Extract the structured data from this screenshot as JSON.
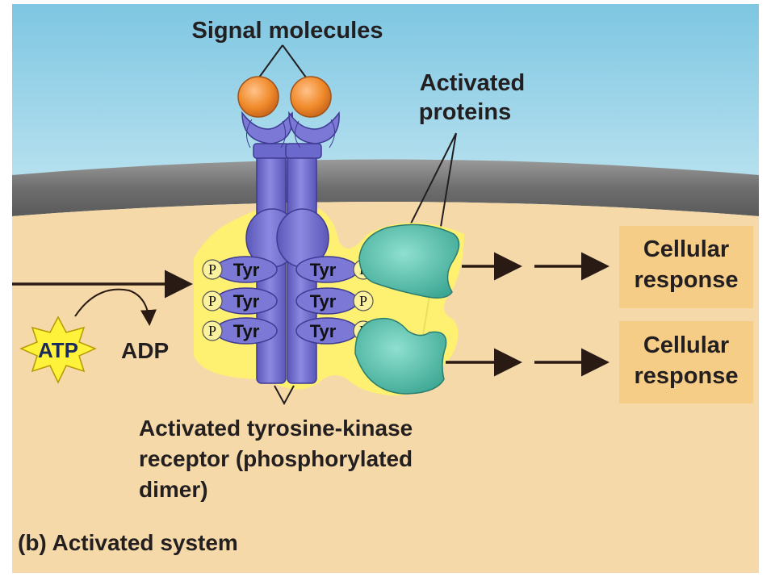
{
  "labels": {
    "signal_molecules": "Signal molecules",
    "activated_proteins_line1": "Activated",
    "activated_proteins_line2": "proteins",
    "receptor_line1": "Activated tyrosine-kinase",
    "receptor_line2": "receptor (phosphorylated",
    "receptor_line3": "dimer)",
    "panel_caption": "(b) Activated system",
    "atp": "ATP",
    "adp": "ADP",
    "tyr": "Tyr",
    "phosphate": "P"
  },
  "responses": [
    {
      "line1": "Cellular",
      "line2": "response"
    },
    {
      "line1": "Cellular",
      "line2": "response"
    }
  ],
  "colors": {
    "extracellular": "#8fd0e6",
    "membrane": "#6f6f6f",
    "cytoplasm": "#f6d9a8",
    "receptor": "#7b78d6",
    "signal": "#f08a2a",
    "activated_protein": "#4fb8a5",
    "glow": "#fff36b",
    "response_box": "#f5cd86",
    "atp_star": "#fff23a"
  }
}
